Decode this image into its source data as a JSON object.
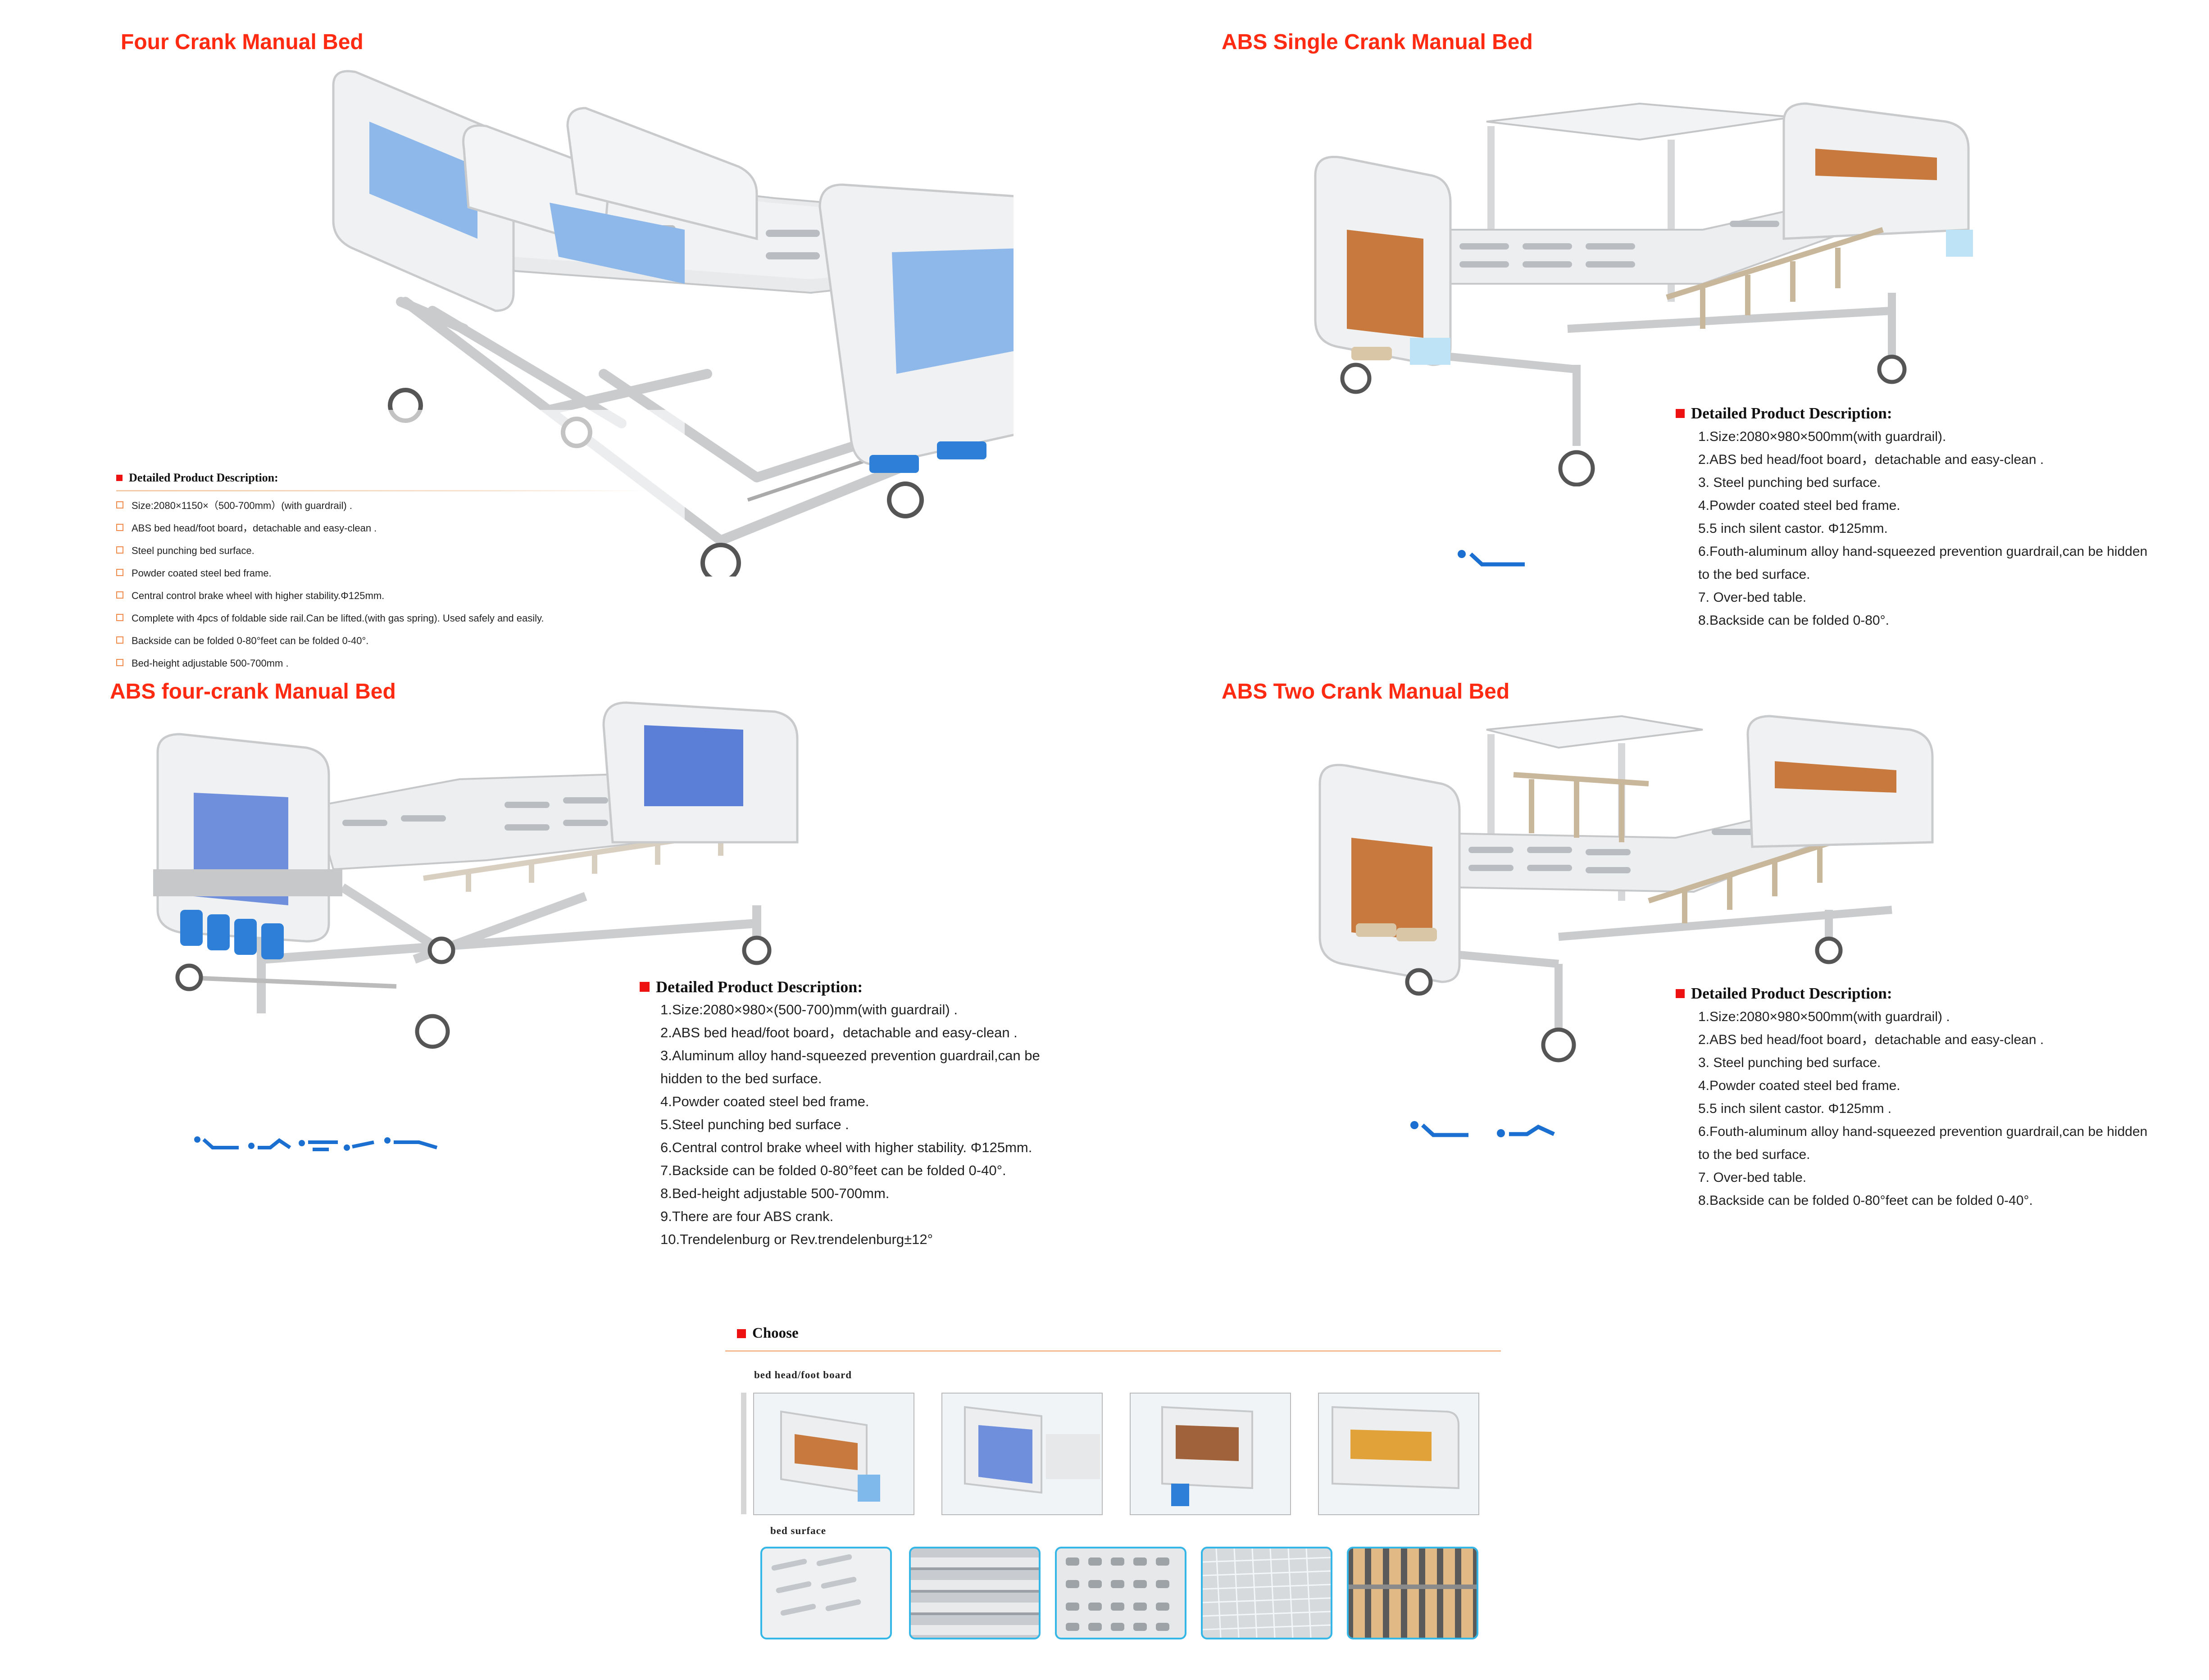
{
  "sections": {
    "four_crank": {
      "title": "Four Crank Manual Bed",
      "desc_heading": "Detailed Product Description:",
      "items": [
        "Size:2080×1150×（500-700mm）(with guardrail) .",
        "ABS bed head/foot board，detachable and easy-clean .",
        "Steel punching bed surface.",
        "Powder coated steel bed frame.",
        "Central control brake wheel with higher stability.Φ125mm.",
        "Complete with 4pcs of foldable side rail.Can be lifted.(with gas spring).   Used safely and easily.",
        "Backside can be folded 0-80°feet can be folded 0-40°.",
        "Bed-height adjustable 500-700mm ."
      ]
    },
    "abs_single": {
      "title": "ABS Single Crank Manual Bed",
      "desc_heading": "Detailed Product Description:",
      "items": [
        "1.Size:2080×980×500mm(with guardrail).",
        "2.ABS bed head/foot board，detachable and easy-clean .",
        "3. Steel punching bed surface.",
        "4.Powder coated steel bed frame.",
        "5.5 inch silent castor. Φ125mm.",
        "6.Fouth-aluminum alloy hand-squeezed prevention guardrail,can be hidden",
        "to the bed surface.",
        "7. Over-bed table.",
        "8.Backside can be folded 0-80°."
      ]
    },
    "abs_four": {
      "title": "ABS four-crank Manual Bed",
      "desc_heading": "Detailed Product Description:",
      "items": [
        "1.Size:2080×980×(500-700)mm(with guardrail) .",
        "2.ABS bed head/foot board，detachable and easy-clean .",
        "3.Aluminum alloy hand-squeezed prevention guardrail,can be",
        "hidden to the bed surface.",
        "4.Powder coated steel bed frame.",
        "5.Steel punching bed surface .",
        "6.Central control brake wheel with higher stability. Φ125mm.",
        "7.Backside can be folded 0-80°feet can be folded 0-40°.",
        "8.Bed-height adjustable 500-700mm.",
        "9.There are four ABS crank.",
        "10.Trendelenburg or Rev.trendelenburg±12°"
      ]
    },
    "abs_two": {
      "title": "ABS Two Crank Manual Bed",
      "desc_heading": "Detailed Product Description:",
      "items": [
        "1.Size:2080×980×500mm(with guardrail) .",
        "2.ABS bed head/foot board，detachable and easy-clean .",
        "3. Steel punching bed surface.",
        "4.Powder coated steel bed frame.",
        "5.5 inch silent castor. Φ125mm .",
        "6.Fouth-aluminum alloy hand-squeezed prevention guardrail,can be hidden",
        "to the bed surface.",
        "7. Over-bed table.",
        "8.Backside can be folded 0-80°feet can be folded 0-40°."
      ]
    }
  },
  "choose": {
    "heading": "Choose",
    "headboard_label": "bed head/foot board",
    "surface_label": "bed surface"
  },
  "colors": {
    "title_red": "#ff2a12",
    "accent_blue": "#1a6fd1",
    "panel_blue": "#8fb8ea",
    "panel_wood": "#c87a3e",
    "frame_grey": "#d8dadc",
    "surface_border": "#34b6e6"
  }
}
